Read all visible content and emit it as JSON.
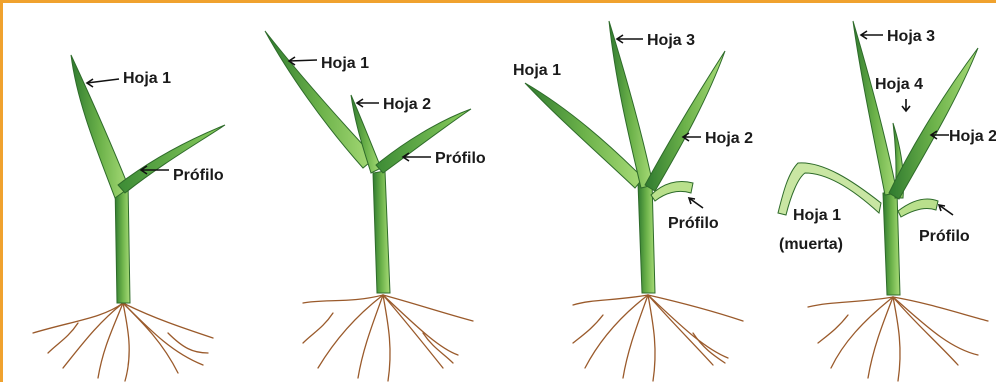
{
  "colors": {
    "border": "#F0A22E",
    "leaf_dark": "#3f8a38",
    "leaf_light": "#9fd36a",
    "dead_leaf": "#c9e6a3",
    "root": "#9a5a2b"
  },
  "plant1": {
    "hoja1": "Hoja 1",
    "profilo": "Prófilo"
  },
  "plant2": {
    "hoja1": "Hoja 1",
    "hoja2": "Hoja 2",
    "profilo": "Prófilo"
  },
  "plant3": {
    "hoja1": "Hoja 1",
    "hoja2": "Hoja 2",
    "hoja3": "Hoja 3",
    "profilo": "Prófilo"
  },
  "plant4": {
    "hoja1_line1": "Hoja 1",
    "hoja1_line2": "(muerta)",
    "hoja2": "Hoja 2",
    "hoja3": "Hoja 3",
    "hoja4": "Hoja 4",
    "profilo": "Prófilo"
  }
}
